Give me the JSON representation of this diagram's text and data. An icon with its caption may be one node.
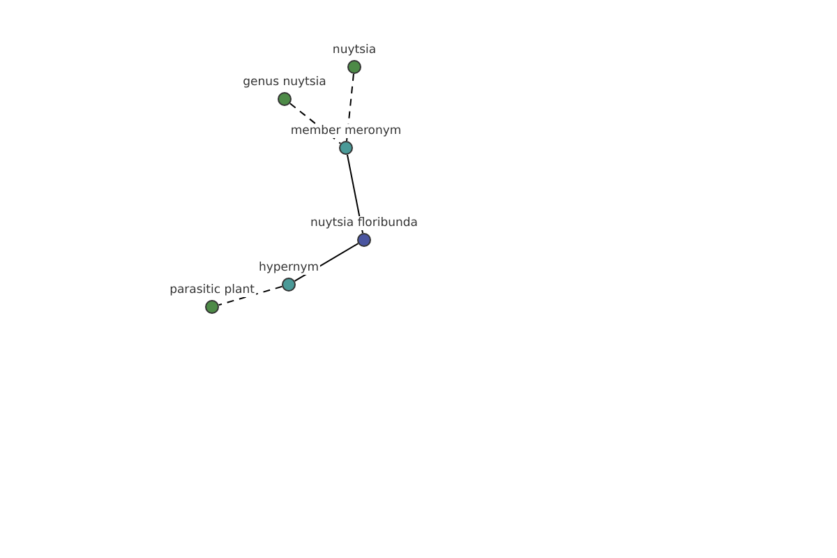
{
  "diagram": {
    "nodes": [
      {
        "text": [
          "nuytsia"
        ]
      },
      {
        "text": [
          "genus nuytsia"
        ]
      },
      {
        "text": [
          "member meronym"
        ]
      },
      {
        "text": [
          "nuytsia floribunda"
        ]
      },
      {
        "text": [
          "hypernym"
        ]
      },
      {
        "text": [
          "parasitic plant"
        ]
      }
    ],
    "edges": [
      {
        "from": 1,
        "to": 2,
        "arrow": "none",
        "style": "dashed"
      },
      {
        "from": 0,
        "to": 2,
        "arrow": "none",
        "style": "dashed"
      },
      {
        "from": 2,
        "to": 3,
        "arrow": "none"
      },
      {
        "from": 3,
        "to": 4,
        "arrow": "none"
      },
      {
        "from": 4,
        "to": 5,
        "arrow": "none",
        "style": "dashed"
      }
    ]
  }
}
